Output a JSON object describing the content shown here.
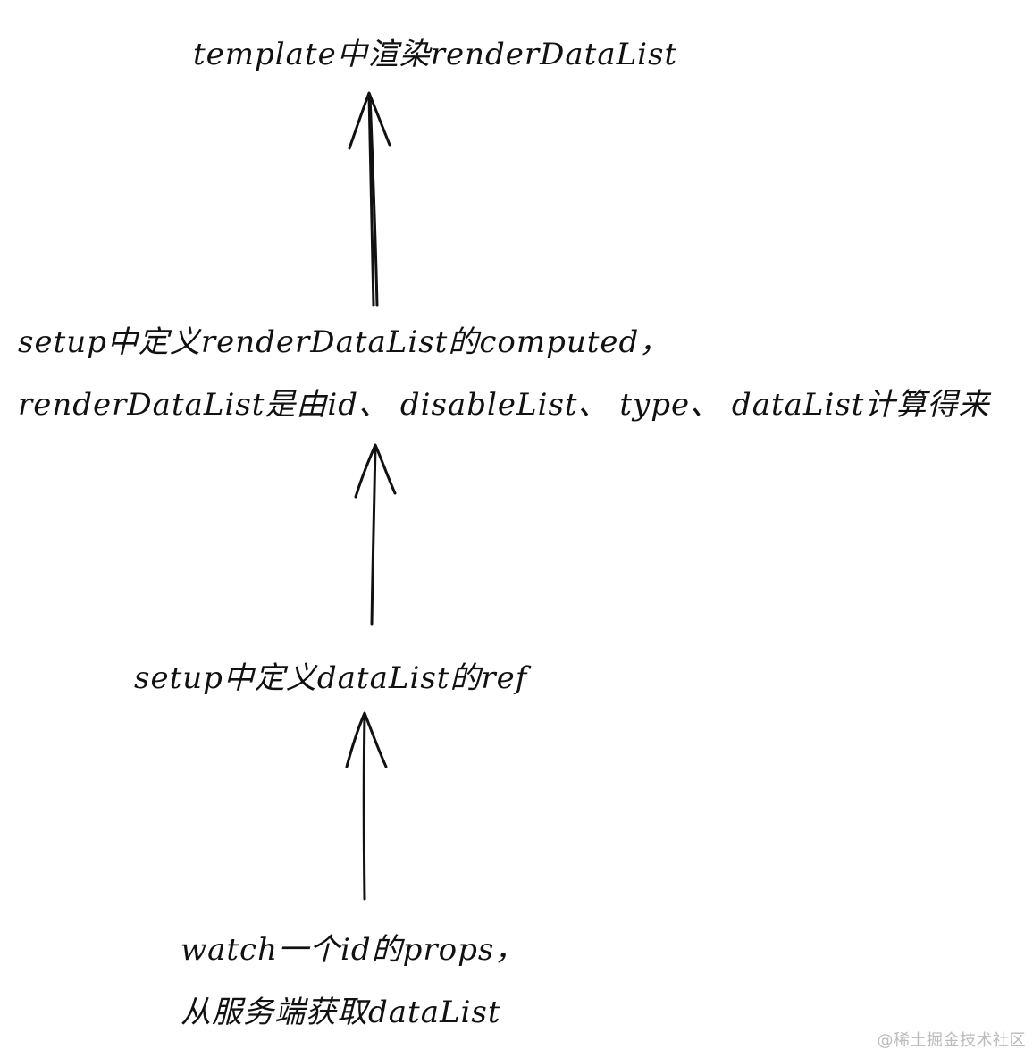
{
  "nodes": {
    "template": "template中渲染renderDataList",
    "computed_line1": "setup中定义renderDataList的computed，",
    "computed_line2": "renderDataList是由id、 disableList、 type、 dataList计算得来",
    "ref": "setup中定义dataList的ref",
    "watch_line1": "watch一个id的props，",
    "watch_line2": "从服务端获取dataList"
  },
  "watermark": "@稀土掘金技术社区",
  "colors": {
    "ink": "#111111",
    "background": "#ffffff",
    "watermark": "#bbbbbb"
  }
}
